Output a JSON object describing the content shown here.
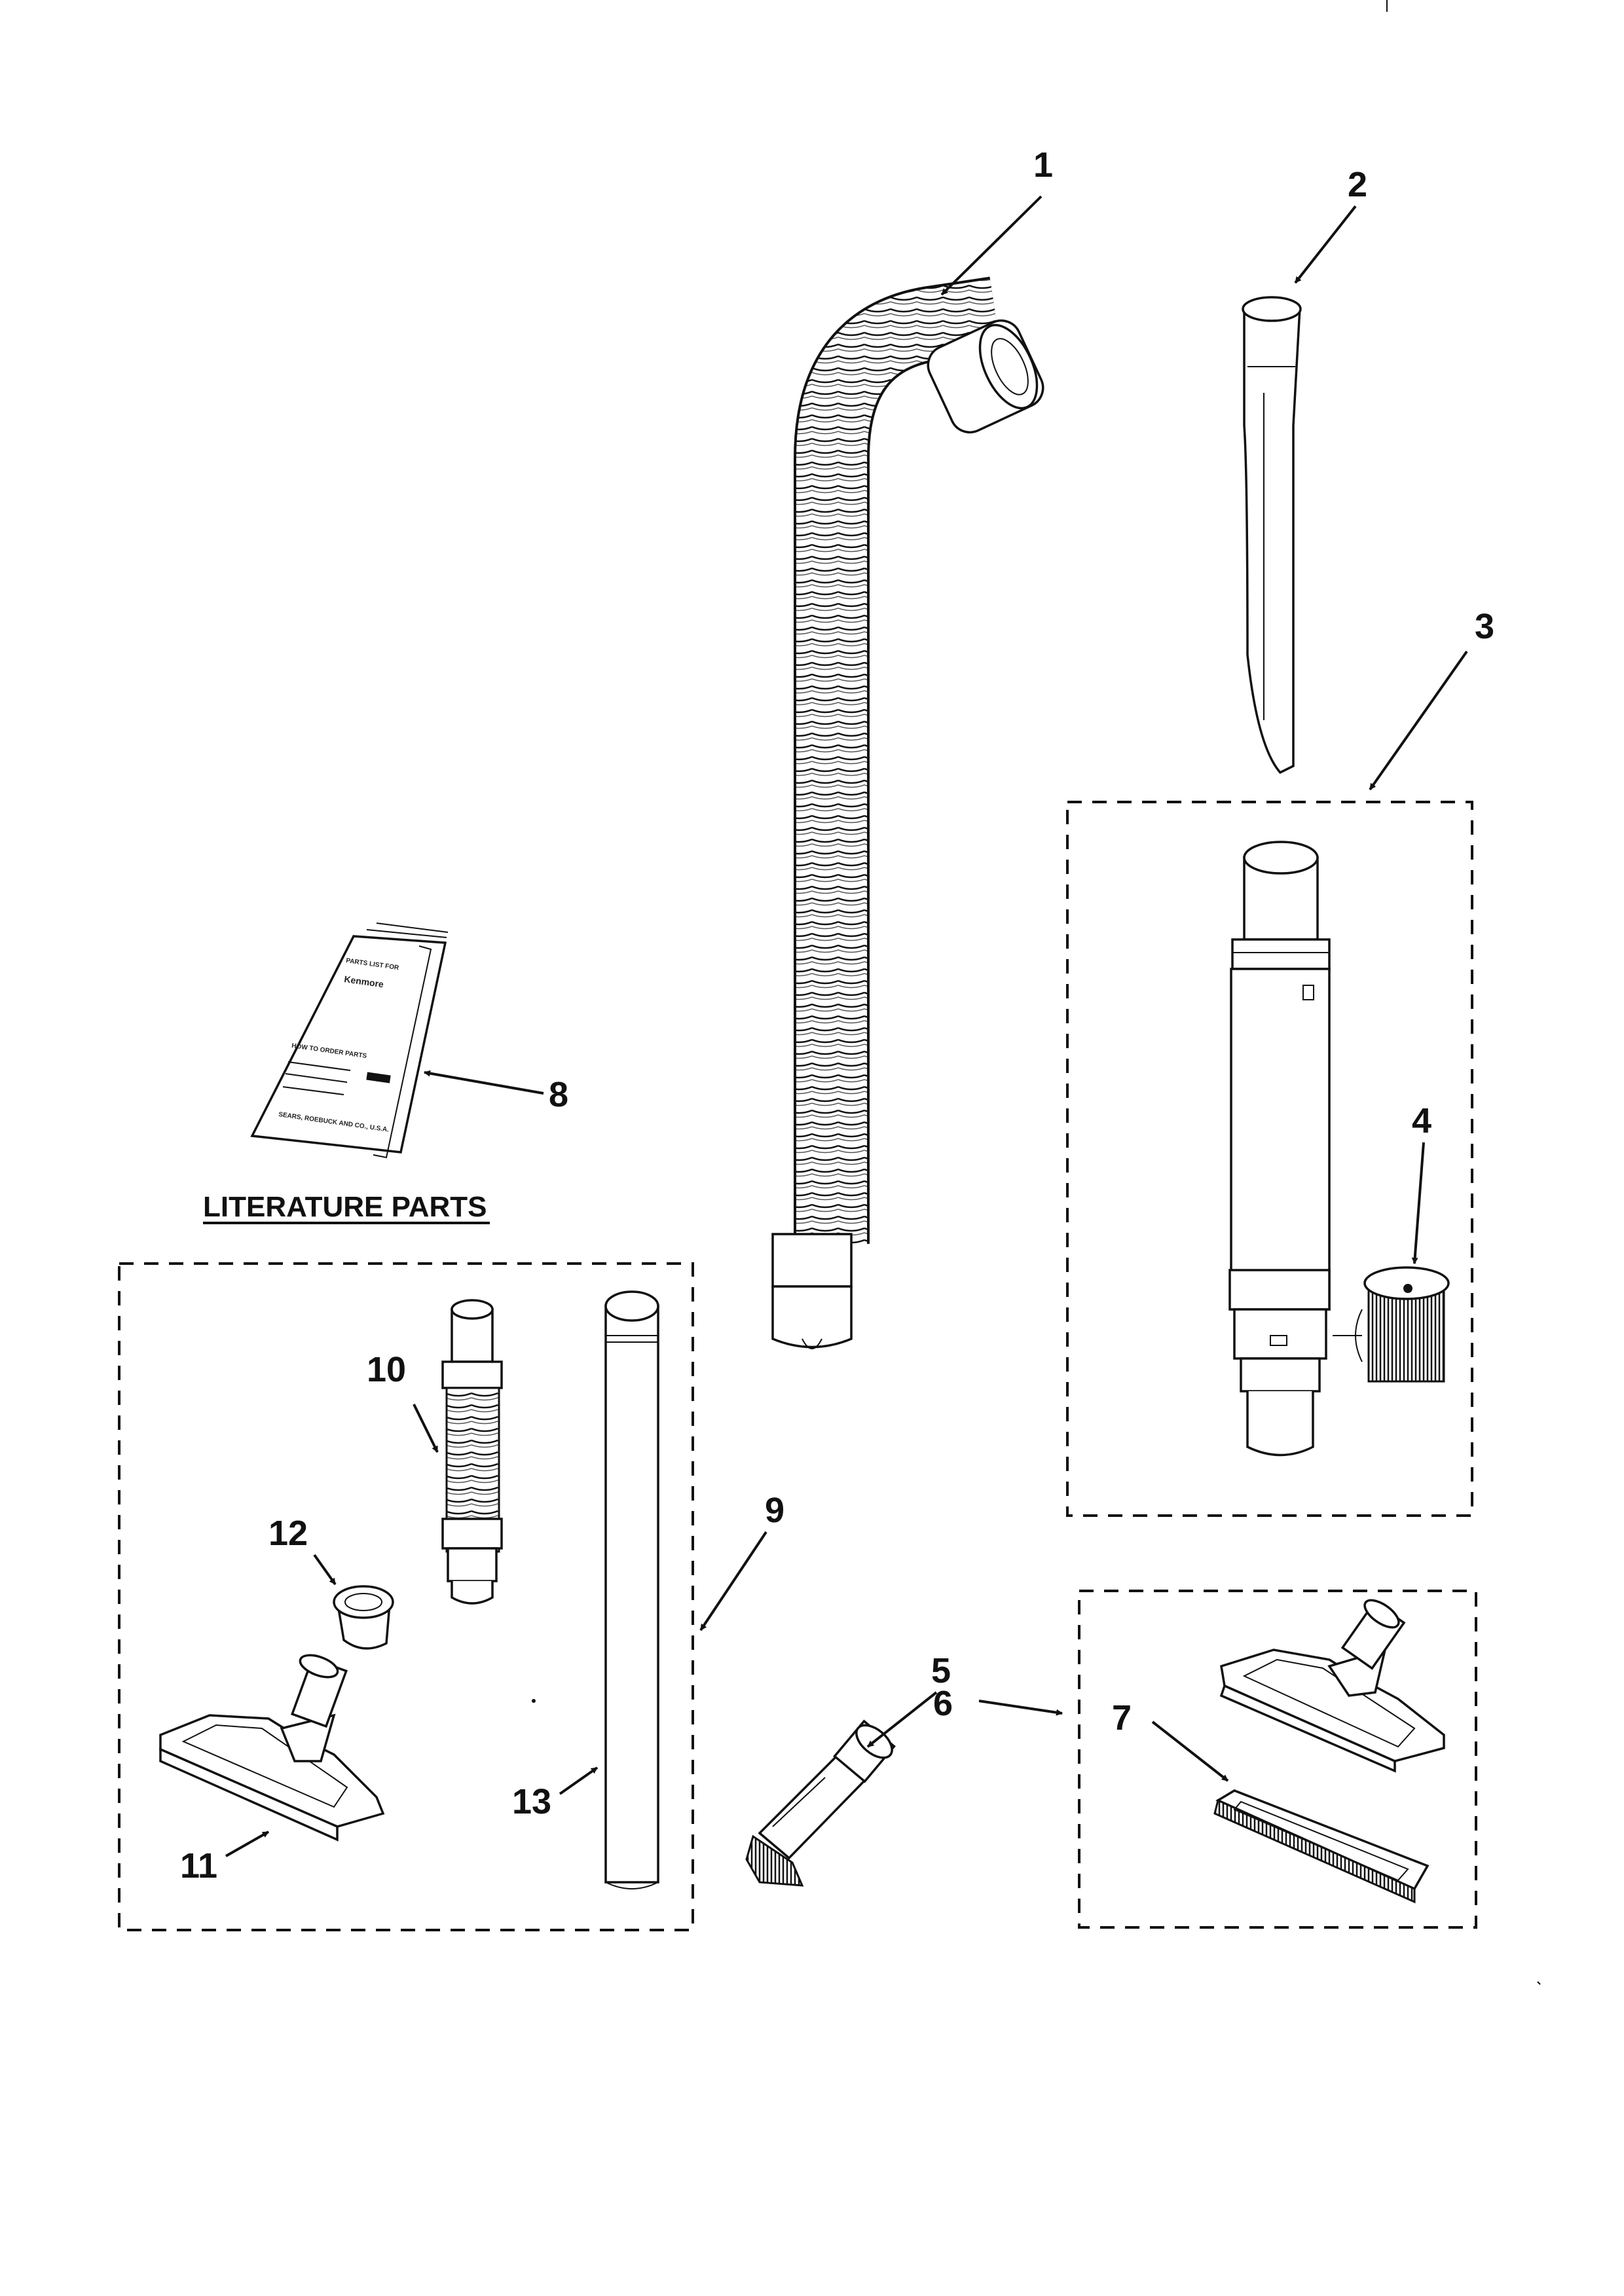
{
  "diagram": {
    "callouts": {
      "c1": "1",
      "c2": "2",
      "c3": "3",
      "c4": "4",
      "c5": "5",
      "c6": "6",
      "c7": "7",
      "c8": "8",
      "c9": "9",
      "c10": "10",
      "c11": "11",
      "c12": "12",
      "c13": "13"
    },
    "literature_label": "LITERATURE PARTS",
    "booklet": {
      "line1": "PARTS LIST FOR",
      "line2": "Kenmore",
      "line3": "HOW TO ORDER PARTS",
      "line4": "SEARS, ROEBUCK AND CO., U.S.A."
    }
  }
}
